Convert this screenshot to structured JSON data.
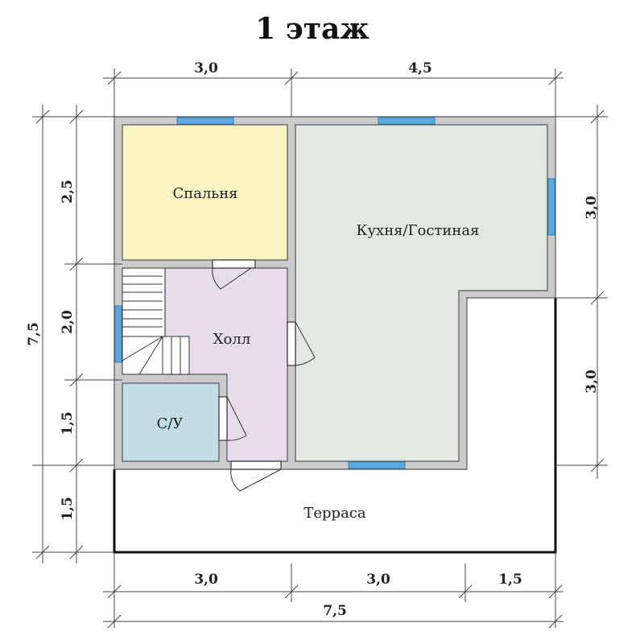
{
  "title": "1 этаж",
  "rooms": {
    "bedroom": "Спальня",
    "kitchen": "Кухня/Гостиная",
    "hall": "Холл",
    "bathroom": "С/У",
    "terrace": "Терраса"
  },
  "dimensions": {
    "top": [
      "3,0",
      "4,5"
    ],
    "left": [
      "2,5",
      "2,0",
      "1,5",
      "1,5"
    ],
    "left_total": "7,5",
    "right": [
      "3,0",
      "3,0"
    ],
    "bottom": [
      "3,0",
      "3,0",
      "1,5"
    ],
    "bottom_total": "7,5"
  },
  "colors": {
    "bedroom": "#fbf5c3",
    "kitchen": "#e2e9e0",
    "hall": "#e6dcec",
    "bathroom": "#c3dde7",
    "window": "#5aa9e0",
    "wall": "#c9cbcd"
  }
}
